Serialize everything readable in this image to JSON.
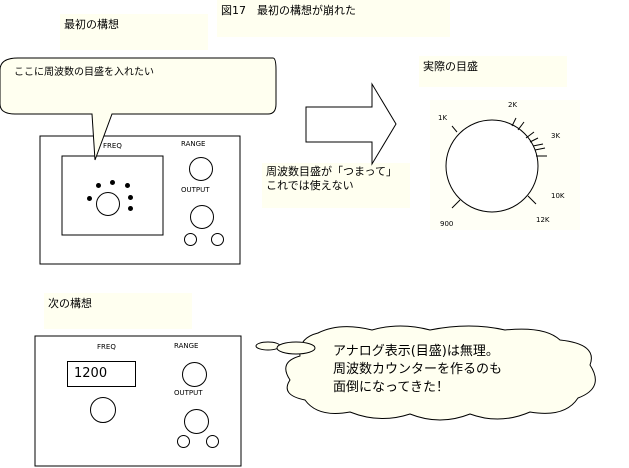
{
  "figure_title": "図17　最初の構想が崩れた",
  "first_plan": {
    "heading": "最初の構想",
    "callout": "ここに周波数の目盛を入れたい",
    "panel": {
      "freq": "FREQ",
      "range": "RANGE",
      "output": "OUTPUT"
    }
  },
  "actual_scale": {
    "heading": "実際の目盛",
    "ticks": [
      "1K",
      "2K",
      "3K",
      "10K",
      "12K",
      "900"
    ],
    "note_line1": "周波数目盛が「つまって」",
    "note_line2": "これでは使えない"
  },
  "next_plan": {
    "heading": "次の構想",
    "panel": {
      "freq": "FREQ",
      "range": "RANGE",
      "output": "OUTPUT",
      "display": "1200"
    },
    "thought_line1": "アナログ表示(目盛)は無理。",
    "thought_line2": "周波数カウンターを作るのも",
    "thought_line3": "面倒になってきた！"
  }
}
